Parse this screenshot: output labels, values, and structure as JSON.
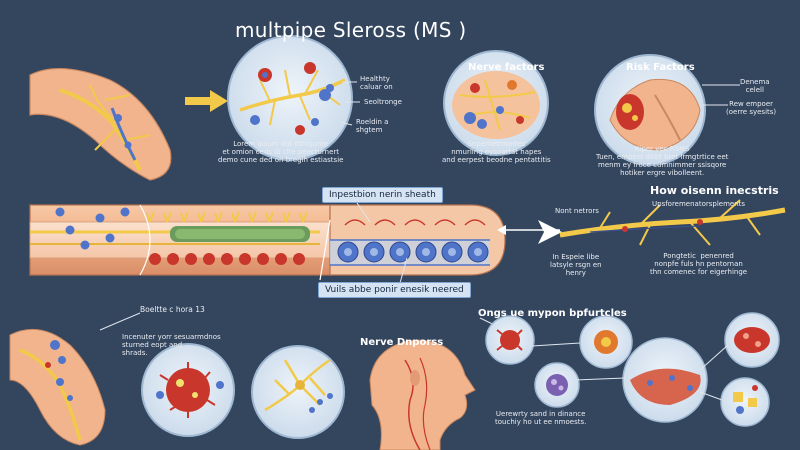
{
  "title": "multpipe Sleross (MS )",
  "top_left": {
    "callouts": [
      "Healthty\ncaluar on",
      "Seoltronge",
      "Roeldin a\nshgtem"
    ],
    "caption": "Lorem ipsum dor dthigume\net omion ceds ib clte peecturnert\ndemo cune ded on bregih estiastsie"
  },
  "nerve_factors": {
    "heading": "Nerve factors",
    "caption": "Snpemetmontes\nnmurling eysoattat hapes\nand eerpest beodne pentattitis"
  },
  "risk_factors": {
    "heading": "Risk Factors",
    "labels": [
      "Denema\ncelell",
      "Rew empoer\n(oerre syesits)"
    ],
    "caption": "Kiper vec RSMS\nTuen, empect ditet bret lrmgtrtice eet\nmenm ey froce cumnimmer ssisqore\nhotiker ergre vibolleent."
  },
  "middle": {
    "sheath_label": "Inpestbion nerin sheath",
    "bottom_label": "Vuils abbe ponir enesik neered",
    "nerve_label": "Nont netrors",
    "side_heading": "How oisenn inecstris",
    "side_subheading": "Upsforemenatorsplements",
    "side_caption_left": "In Espeie libe\nlatsyle rsgn en\nhenry",
    "side_caption_right": "Pongtetic  penenred\nnonpfe fuls hn pentornan\nthn comenec for eigerhinge"
  },
  "bottom_left": {
    "callout": "Boeltte c hora 13",
    "caption": "Incenuter yorr sesuarmdnos\nsturned eopt and\nshrads."
  },
  "nerve_dnporss": {
    "heading": "Nerve Dnporss",
    "caption": "Uerewrty sand in dinance\ntouchiy ho ut ee nmoests."
  },
  "ongs": {
    "heading": "Ongs ue mypon bpfurtcles"
  },
  "colors": {
    "background": "#34455e",
    "nerve_yellow": "#f3c94a",
    "skin": "#f2b48d",
    "cell_blue": "#4f74c9",
    "cell_red": "#c9372c",
    "circle_fill": "#dfe9f3"
  }
}
